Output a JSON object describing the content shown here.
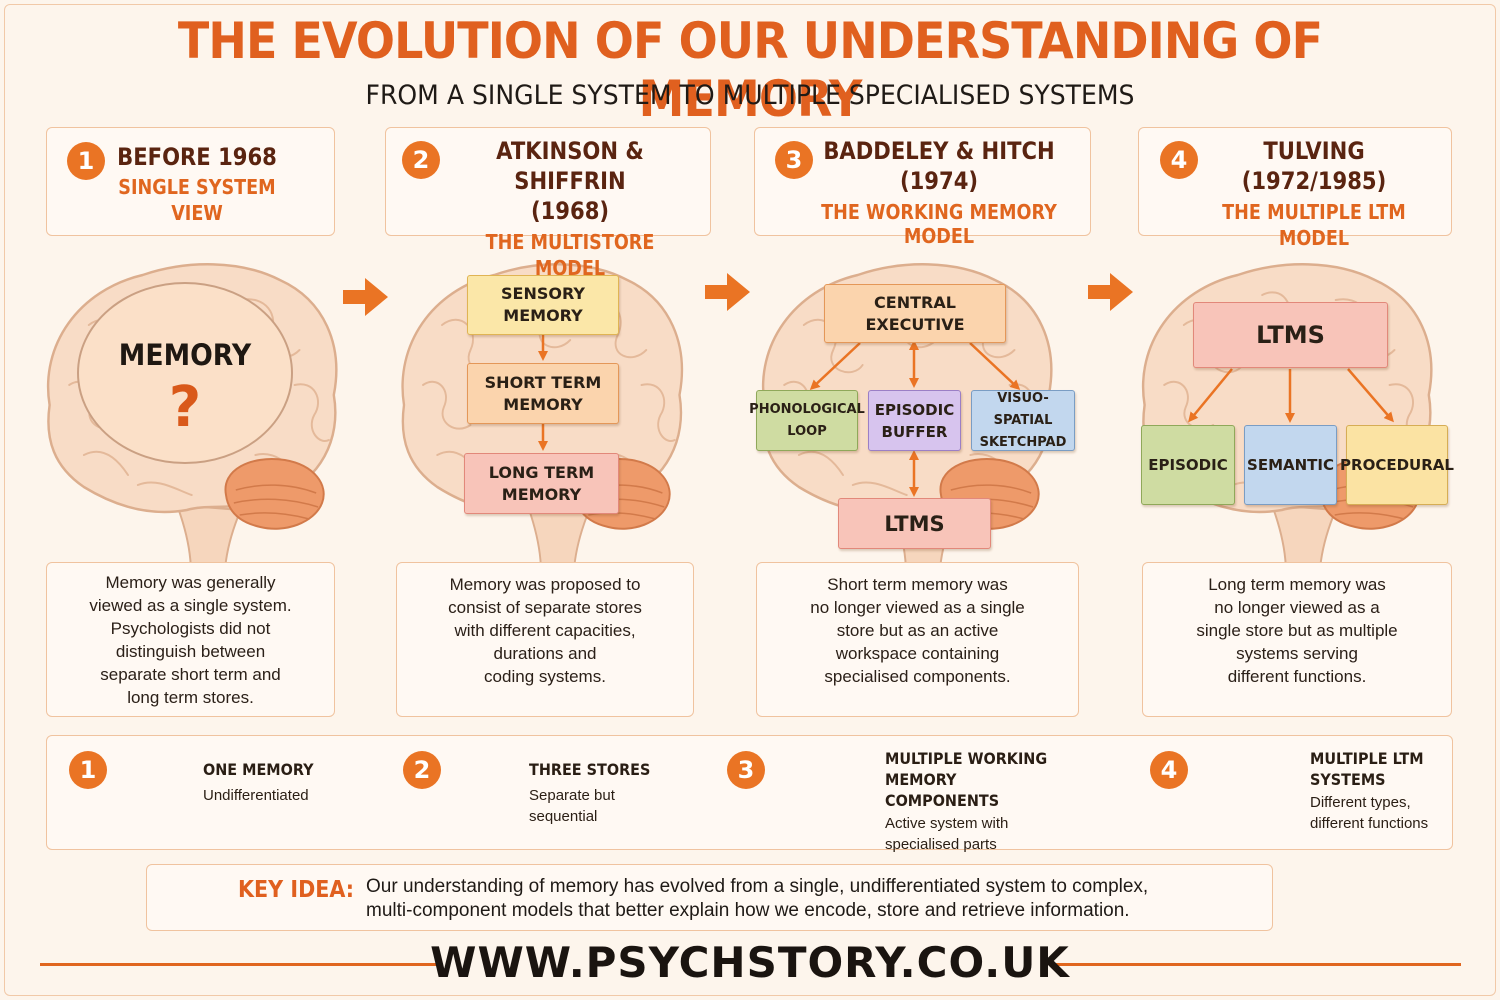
{
  "title": "THE EVOLUTION OF OUR UNDERSTANDING OF MEMORY",
  "subtitle": "FROM A SINGLE SYSTEM TO MULTIPLE SPECIALISED SYSTEMS",
  "colors": {
    "accent": "#e0601f",
    "dark_red": "#5a2410",
    "brain": "#f8dcc6",
    "cerebellum": "#ee9a6a"
  },
  "stages": [
    {
      "number": "1",
      "name_lines": [
        "BEFORE 1968"
      ],
      "model_lines": [
        "SINGLE SYSTEM VIEW"
      ],
      "center_label": "MEMORY",
      "center_mark": "?",
      "description_lines": [
        "Memory was generally",
        "viewed as a single system.",
        "Psychologists did not",
        "distinguish between",
        "separate short term and",
        "long term stores."
      ]
    },
    {
      "number": "2",
      "name_lines": [
        "ATKINSON & SHIFFRIN",
        "(1968)"
      ],
      "model_lines": [
        "THE MULTISTORE MODEL"
      ],
      "nodes": [
        [
          "SENSORY",
          "MEMORY"
        ],
        [
          "SHORT TERM",
          "MEMORY"
        ],
        [
          "LONG TERM",
          "MEMORY"
        ]
      ],
      "description_lines": [
        "Memory was proposed to",
        "consist of separate stores",
        "with different capacities,",
        "durations and",
        "coding systems."
      ]
    },
    {
      "number": "3",
      "name_lines": [
        "BADDELEY & HITCH",
        "(1974)"
      ],
      "model_lines": [
        "THE WORKING MEMORY",
        "MODEL"
      ],
      "nodes": {
        "central": [
          "CENTRAL",
          "EXECUTIVE"
        ],
        "phonological": [
          "PHONOLOGICAL",
          "LOOP"
        ],
        "episodic": [
          "EPISODIC",
          "BUFFER"
        ],
        "visuo": [
          "VISUO-SPATIAL",
          "SKETCHPAD"
        ],
        "ltms": "LTMS"
      },
      "description_lines": [
        "Short term memory was",
        "no longer viewed as a single",
        "store but as an active",
        "workspace containing",
        "specialised components."
      ]
    },
    {
      "number": "4",
      "name_lines": [
        "TULVING",
        "(1972/1985)"
      ],
      "model_lines": [
        "THE MULTIPLE LTM MODEL"
      ],
      "nodes": {
        "top": "LTMS",
        "episodic": "EPISODIC",
        "semantic": "SEMANTIC",
        "procedural": "PROCEDURAL"
      },
      "description_lines": [
        "Long term memory was",
        "no longer viewed as a",
        "single store but as multiple",
        "systems serving",
        "different functions."
      ]
    }
  ],
  "summary": [
    {
      "number": "1",
      "title_lines": [
        "ONE MEMORY"
      ],
      "desc_lines": [
        "Undifferentiated"
      ]
    },
    {
      "number": "2",
      "title_lines": [
        "THREE STORES"
      ],
      "desc_lines": [
        "Separate but",
        "sequential"
      ]
    },
    {
      "number": "3",
      "title_lines": [
        "MULTIPLE WORKING",
        "MEMORY COMPONENTS"
      ],
      "desc_lines": [
        "Active system with",
        "specialised parts"
      ]
    },
    {
      "number": "4",
      "title_lines": [
        "MULTIPLE LTM",
        "SYSTEMS"
      ],
      "desc_lines": [
        "Different types,",
        "different functions"
      ]
    }
  ],
  "key_idea": {
    "label": "KEY IDEA:",
    "text_lines": [
      "Our understanding of memory has evolved from a single, undifferentiated system to complex,",
      "multi-component models that better explain how we encode, store and retrieve information."
    ]
  },
  "footer_url": "WWW.PSYCHSTORY.CO.UK"
}
